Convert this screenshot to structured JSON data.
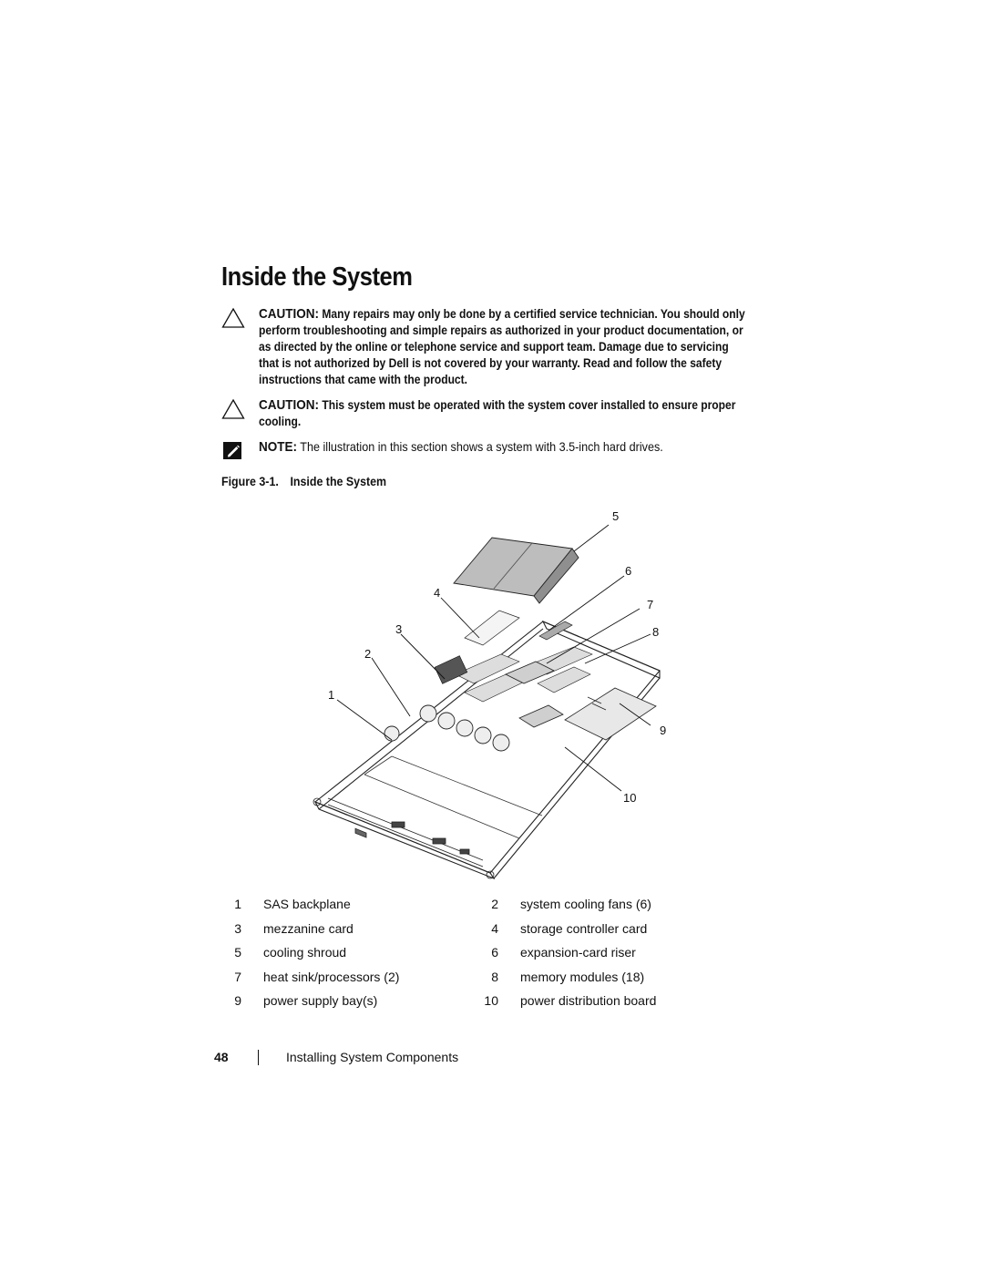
{
  "title": "Inside the System",
  "cautions": [
    {
      "lead": "CAUTION:",
      "text": "Many repairs may only be done by a certified service technician. You should only perform troubleshooting and simple repairs as authorized in your product documentation, or as directed by the online or telephone service and support team. Damage due to servicing that is not authorized by Dell is not covered by your warranty. Read and follow the safety instructions that came with the product.",
      "icon": "caution-triangle-icon"
    },
    {
      "lead": "CAUTION:",
      "text": "This system must be operated with the system cover installed to ensure proper cooling.",
      "icon": "caution-triangle-icon"
    }
  ],
  "note": {
    "lead": "NOTE:",
    "text": "The illustration in this section shows a system with 3.5-inch hard drives.",
    "icon": "note-pencil-icon"
  },
  "figure": {
    "label": "Figure 3-1.",
    "title": "Inside the System",
    "callouts": [
      "1",
      "2",
      "3",
      "4",
      "5",
      "6",
      "7",
      "8",
      "9",
      "10"
    ]
  },
  "legend": [
    {
      "n1": "1",
      "l1": "SAS backplane",
      "n2": "2",
      "l2": "system cooling fans (6)"
    },
    {
      "n1": "3",
      "l1": "mezzanine card",
      "n2": "4",
      "l2": "storage controller card"
    },
    {
      "n1": "5",
      "l1": "cooling shroud",
      "n2": "6",
      "l2": "expansion-card riser"
    },
    {
      "n1": "7",
      "l1": "heat sink/processors (2)",
      "n2": "8",
      "l2": "memory modules (18)"
    },
    {
      "n1": "9",
      "l1": "power supply bay(s)",
      "n2": "10",
      "l2": "power distribution board"
    }
  ],
  "footer": {
    "page_number": "48",
    "section": "Installing System Components"
  }
}
